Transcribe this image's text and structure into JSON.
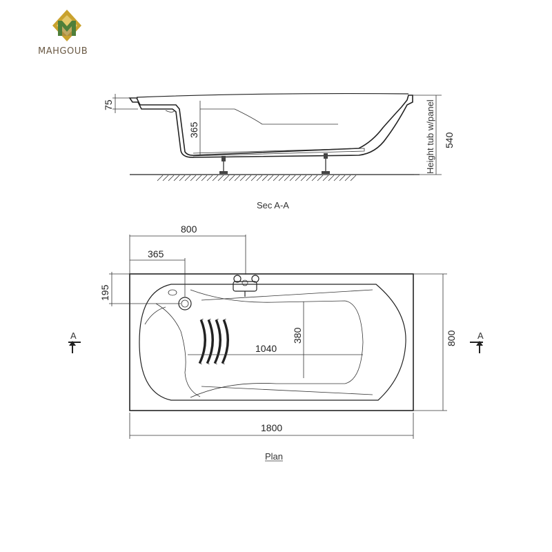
{
  "logo": {
    "brand": "MAHGOUB",
    "colors": {
      "gold": "#c9a22e",
      "green": "#4f7f3a",
      "dark": "#7b6a55"
    }
  },
  "section": {
    "caption": "Sec A-A",
    "dims": {
      "rim": "75",
      "depth": "365",
      "height": "540",
      "height_label": "Height tub w/panel"
    }
  },
  "plan": {
    "caption": "Plan",
    "dims": {
      "width_top": "800",
      "drain_offset": "365",
      "drain_from_edge": "195",
      "inner_width": "380",
      "inner_length": "1040",
      "overall_length": "1800",
      "overall_width": "800"
    },
    "section_markers": {
      "left": "A",
      "right": "A"
    }
  }
}
